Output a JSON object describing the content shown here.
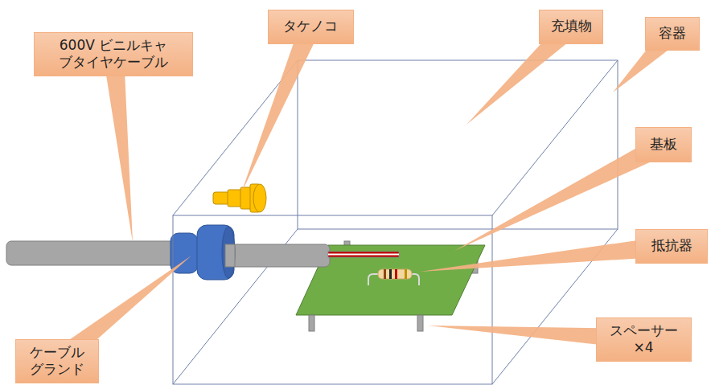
{
  "diagram": {
    "nodes": [
      {
        "text": [
          "タケノコ"
        ]
      },
      {
        "text": [
          "充填物"
        ]
      },
      {
        "text": [
          "容器"
        ]
      },
      {
        "text": [
          "600V ビニルキャ ブタイヤケーブル"
        ]
      },
      {
        "text": [
          "基板"
        ]
      },
      {
        "text": [
          "抵抗器"
        ]
      },
      {
        "text": [
          "スペーサー ×4"
        ]
      },
      {
        "text": [
          "ケーブル グランド"
        ]
      }
    ]
  }
}
